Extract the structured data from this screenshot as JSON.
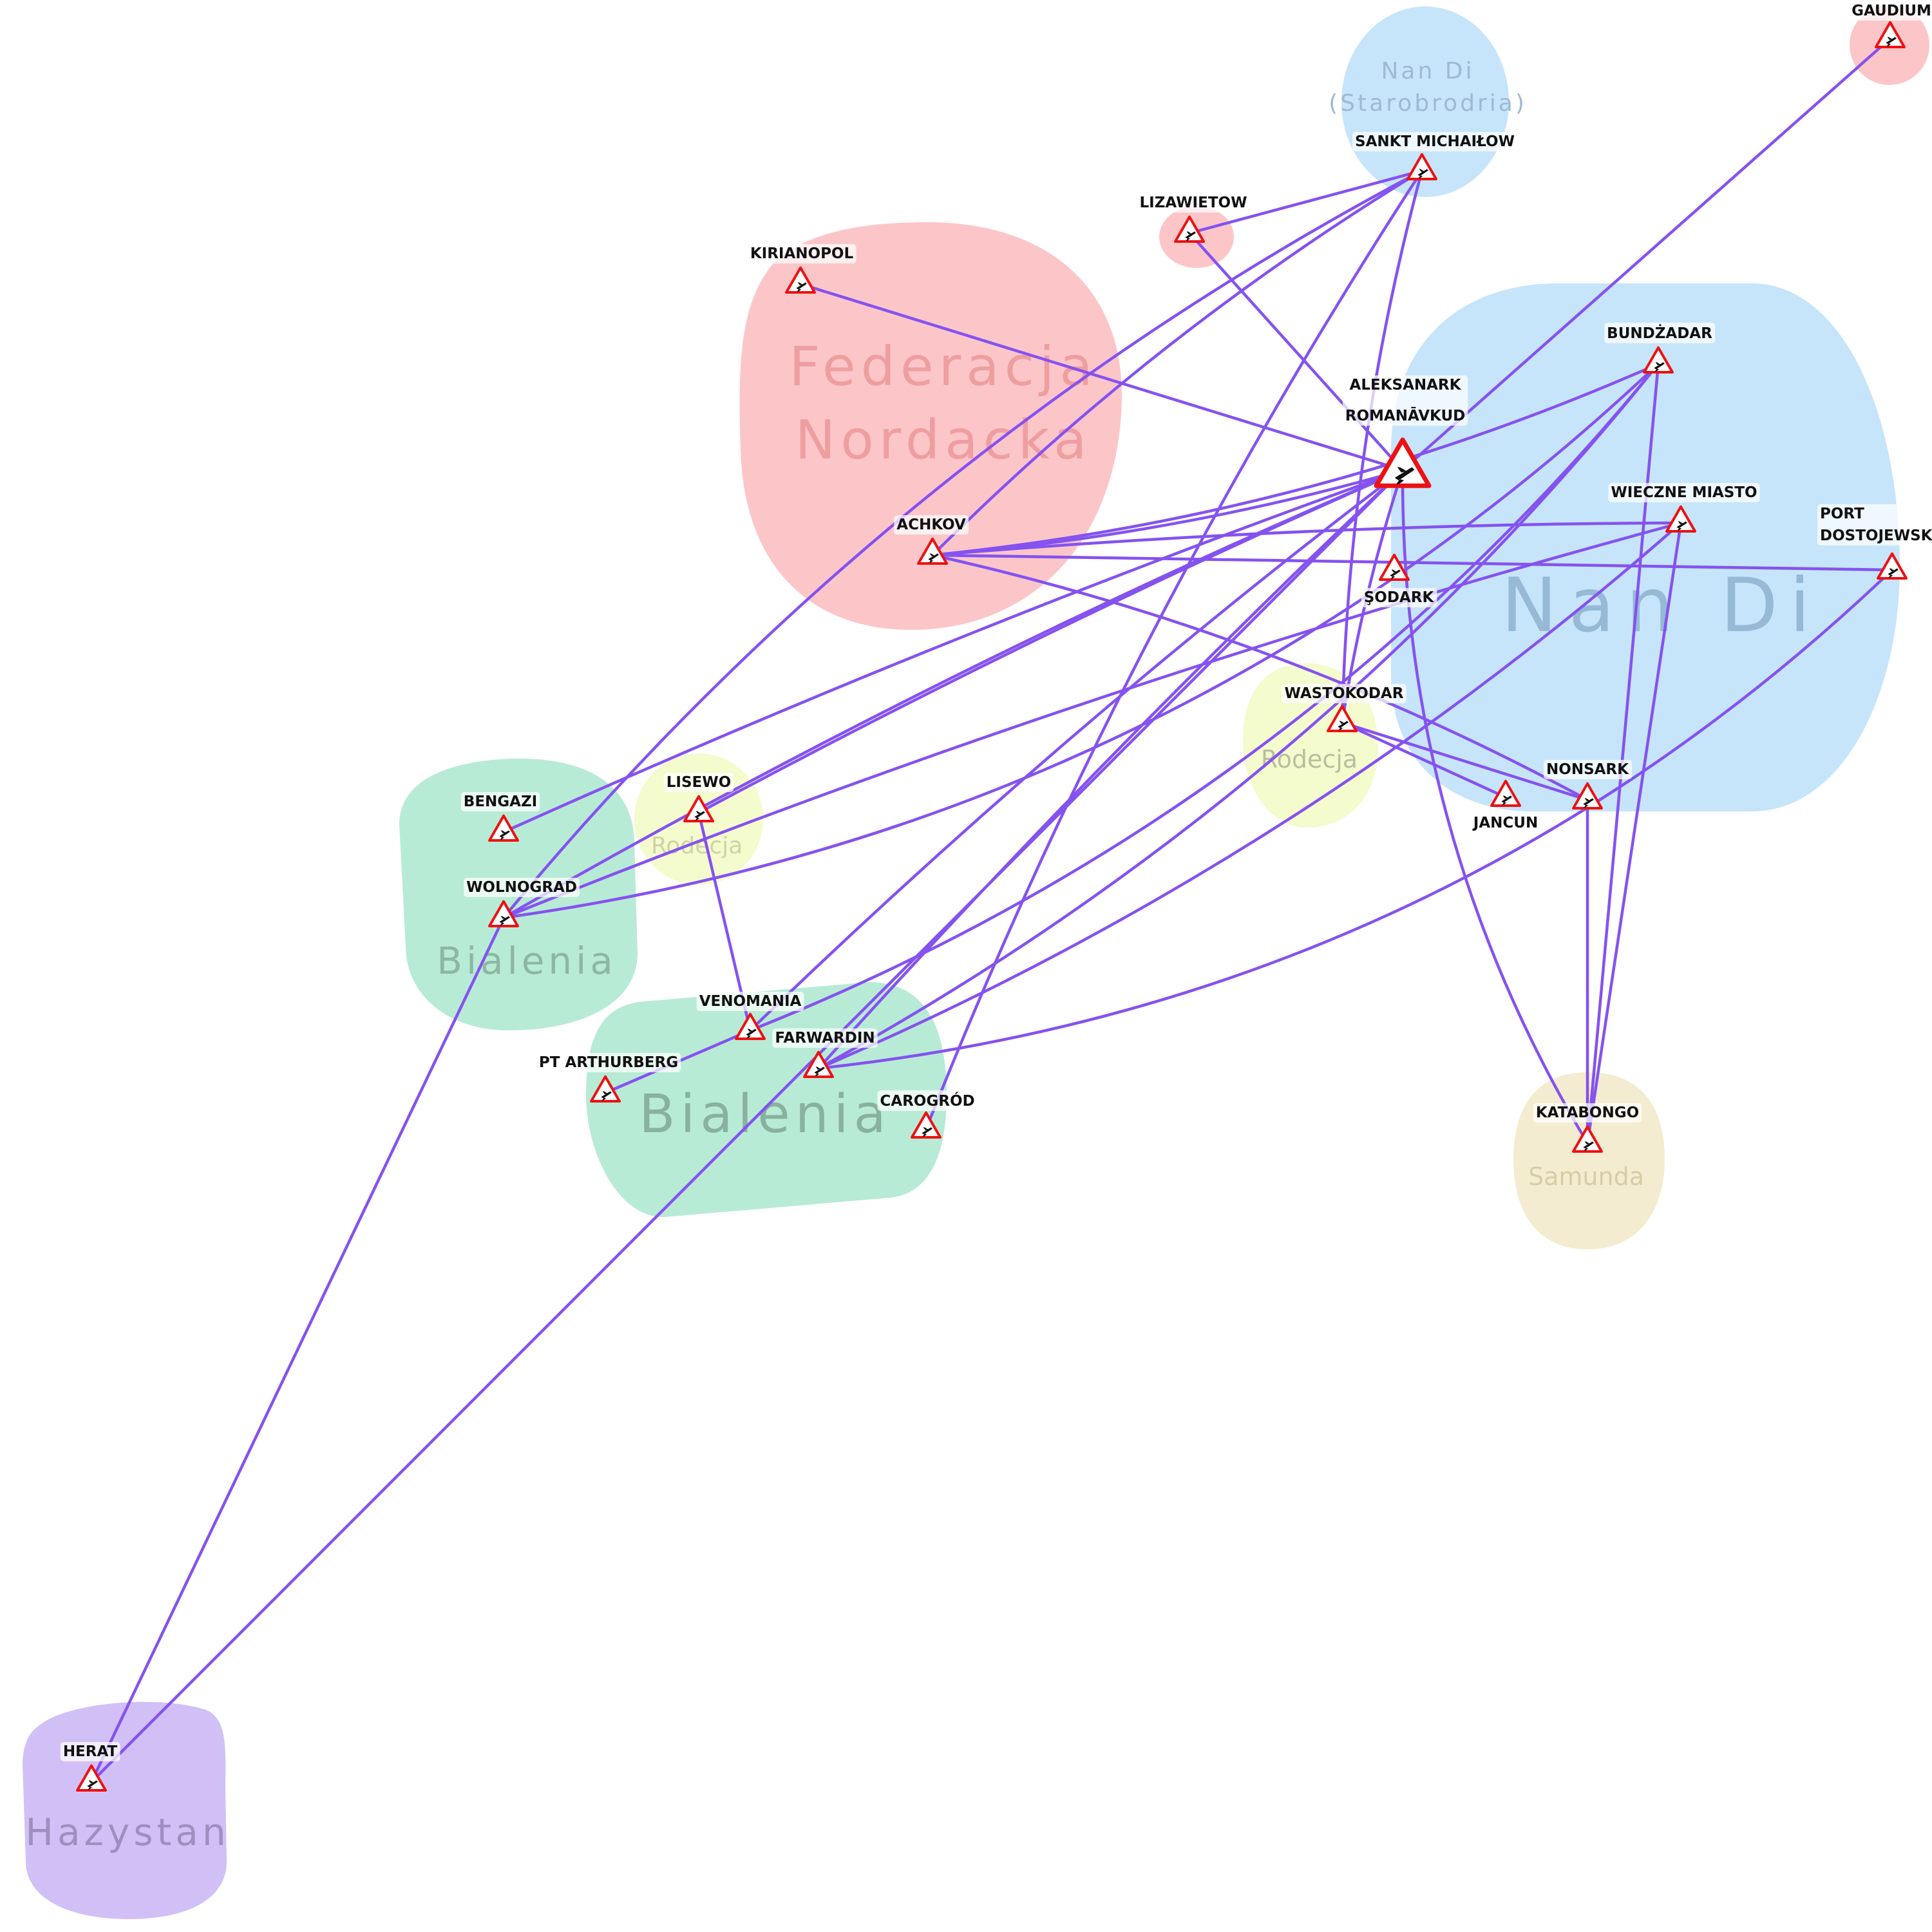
{
  "map": {
    "regions": [
      {
        "id": "federacja-nordacka",
        "name": "Federacja Nordacka",
        "color": "#fcc6c9"
      },
      {
        "id": "nan-di",
        "name": "Nan Di",
        "color": "#c6e5fb"
      },
      {
        "id": "nan-di-starobrodria",
        "name": "Nan Di (Starobrodria)",
        "color": "#c6e5fb"
      },
      {
        "id": "bialenia-west",
        "name": "Bialenia",
        "color": "#b8ebd5"
      },
      {
        "id": "bialenia-south",
        "name": "Bialenia",
        "color": "#b8ebd5"
      },
      {
        "id": "rodecja-west",
        "name": "Rodecja",
        "color": "#f4fbcc"
      },
      {
        "id": "rodecja-east",
        "name": "Rodecja",
        "color": "#f4fbcc"
      },
      {
        "id": "samunda",
        "name": "Samunda",
        "color": "#f4ecd0"
      },
      {
        "id": "hazystan",
        "name": "Hazystan",
        "color": "#d1c0f6"
      }
    ],
    "hub": {
      "name": "ALEKSANARK ROMANĀVKUD",
      "lines": [
        "ALEKSANARK",
        "ROMANĀVKUD"
      ]
    },
    "airports": [
      {
        "id": "gaudium",
        "name": "GAUDIUM"
      },
      {
        "id": "sankt-michailow",
        "name": "SANKT MICHAIŁOW"
      },
      {
        "id": "lizawietow",
        "name": "LIZAWIETOW"
      },
      {
        "id": "kirianopol",
        "name": "KIRIANOPOL"
      },
      {
        "id": "bundzadar",
        "name": "BUNDŻADAR"
      },
      {
        "id": "wieczne-miasto",
        "name": "WIECZNE MIASTO"
      },
      {
        "id": "port-dostojewsk",
        "name": "PORT DOSTOJEWSK",
        "lines": [
          "PORT",
          "DOSTOJEWSK"
        ]
      },
      {
        "id": "achkov",
        "name": "ACHKOV"
      },
      {
        "id": "sodark",
        "name": "ŞODARK"
      },
      {
        "id": "wastokodar",
        "name": "WASTOKODAR"
      },
      {
        "id": "nonsark",
        "name": "NONSARK"
      },
      {
        "id": "jancun",
        "name": "JANCUN"
      },
      {
        "id": "bengazi",
        "name": "BENGAZI"
      },
      {
        "id": "lisewo",
        "name": "LISEWO"
      },
      {
        "id": "wolnograd",
        "name": "WOLNOGRAD"
      },
      {
        "id": "venomania",
        "name": "VENOMANIA"
      },
      {
        "id": "farwardin",
        "name": "FARWARDIN"
      },
      {
        "id": "pt-arthurberg",
        "name": "PT ARTHURBERG"
      },
      {
        "id": "carogrod",
        "name": "CAROGRÓD"
      },
      {
        "id": "katabongo",
        "name": "KATABONGO"
      },
      {
        "id": "herat",
        "name": "HERAT"
      }
    ],
    "routes": [
      [
        "hub",
        "gaudium"
      ],
      [
        "hub",
        "lizawietow"
      ],
      [
        "hub",
        "kirianopol"
      ],
      [
        "hub",
        "achkov"
      ],
      [
        "hub",
        "lisewo"
      ],
      [
        "hub",
        "bengazi"
      ],
      [
        "hub",
        "wolnograd"
      ],
      [
        "hub",
        "venomania"
      ],
      [
        "hub",
        "farwardin"
      ],
      [
        "hub",
        "herat"
      ],
      [
        "hub",
        "katabongo"
      ],
      [
        "hub",
        "wastokodar"
      ],
      [
        "sankt-michailow",
        "lizawietow"
      ],
      [
        "sankt-michailow",
        "achkov"
      ],
      [
        "sankt-michailow",
        "wolnograd"
      ],
      [
        "sankt-michailow",
        "wastokodar"
      ],
      [
        "sankt-michailow",
        "carogrod"
      ],
      [
        "bundzadar",
        "wolnograd"
      ],
      [
        "bundzadar",
        "achkov"
      ],
      [
        "bundzadar",
        "farwardin"
      ],
      [
        "bundzadar",
        "venomania"
      ],
      [
        "bundzadar",
        "katabongo"
      ],
      [
        "wieczne-miasto",
        "achkov"
      ],
      [
        "wieczne-miasto",
        "wolnograd"
      ],
      [
        "wieczne-miasto",
        "farwardin"
      ],
      [
        "wieczne-miasto",
        "katabongo"
      ],
      [
        "port-dostojewsk",
        "achkov"
      ],
      [
        "port-dostojewsk",
        "farwardin"
      ],
      [
        "achkov",
        "nonsark"
      ],
      [
        "wastokodar",
        "nonsark"
      ],
      [
        "wastokodar",
        "jancun"
      ],
      [
        "nonsark",
        "katabongo"
      ],
      [
        "lisewo",
        "venomania"
      ],
      [
        "venomania",
        "pt-arthurberg"
      ],
      [
        "wolnograd",
        "herat"
      ]
    ]
  }
}
